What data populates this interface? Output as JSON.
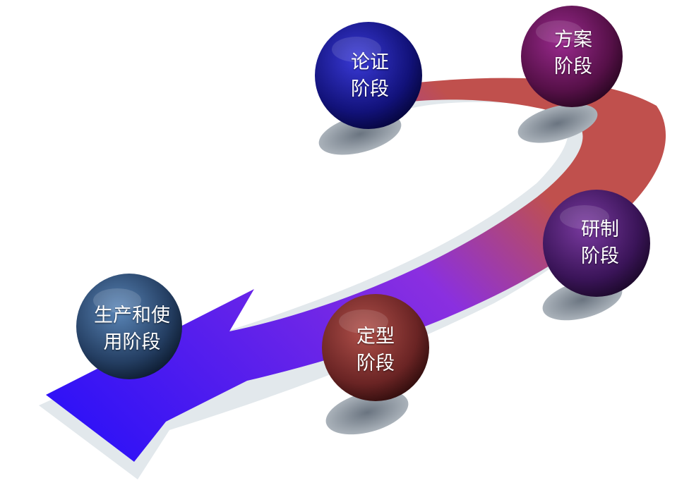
{
  "stages": [
    {
      "id": "lunzheng",
      "label": "论证\n阶段",
      "color": "#1a1a9e"
    },
    {
      "id": "fangan",
      "label": "方案\n阶段",
      "color": "#6a1060"
    },
    {
      "id": "yanzhi",
      "label": "研制\n阶段",
      "color": "#4a1a6a"
    },
    {
      "id": "dingxing",
      "label": "定型\n阶段",
      "color": "#7a2a2a"
    },
    {
      "id": "shengchan",
      "label": "生产和使\n用阶段",
      "color": "#2a4a6a"
    }
  ],
  "arrow_colors": {
    "start": "#c0504d",
    "mid": "#7a2be0",
    "end": "#2a18f0"
  }
}
